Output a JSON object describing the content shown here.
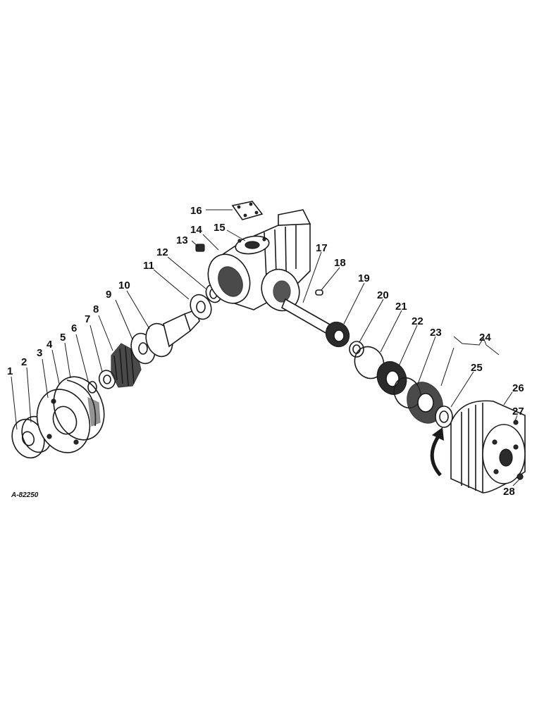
{
  "figure_ref": "A-82250",
  "callouts": [
    "1",
    "2",
    "3",
    "4",
    "5",
    "6",
    "7",
    "8",
    "9",
    "10",
    "11",
    "12",
    "13",
    "14",
    "15",
    "16",
    "17",
    "18",
    "19",
    "20",
    "21",
    "22",
    "23",
    "24",
    "25",
    "26",
    "27",
    "28"
  ]
}
